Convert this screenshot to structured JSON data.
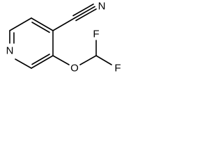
{
  "molecule": {
    "atoms": {
      "nitrile_n": "N",
      "ring_n": "N",
      "ether_o": "O",
      "fluorine_top": "F",
      "fluorine_bottom": "F"
    }
  }
}
